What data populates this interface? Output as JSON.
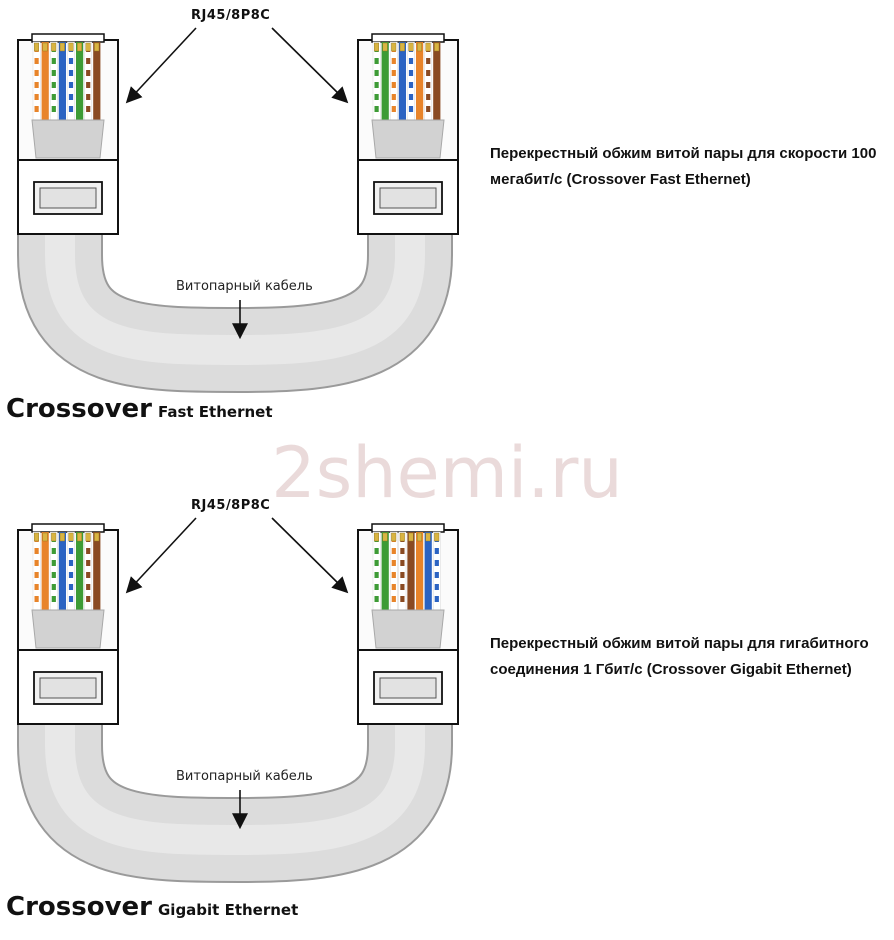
{
  "watermark": "2shemi.ru",
  "colors": {
    "orange": "#e8842a",
    "green": "#3d9b35",
    "blue": "#2b63c2",
    "brown": "#8a4a22",
    "cable": "#d9d9d9",
    "connector_outline": "#111111"
  },
  "diagrams": [
    {
      "connector_label": "RJ45/8P8C",
      "cable_label": "Витопарный кабель",
      "title_main": "Crossover",
      "title_sub": "Fast Ethernet",
      "description": "Перекрестный обжим витой пары для скорости 100 мегабит/с (Crossover Fast Ethernet)",
      "left_pinout": [
        "orange-white",
        "orange",
        "green-white",
        "blue",
        "blue-white",
        "green",
        "brown-white",
        "brown"
      ],
      "right_pinout": [
        "green-white",
        "green",
        "orange-white",
        "blue",
        "blue-white",
        "orange",
        "brown-white",
        "brown"
      ]
    },
    {
      "connector_label": "RJ45/8P8C",
      "cable_label": "Витопарный кабель",
      "title_main": "Crossover",
      "title_sub": "Gigabit Ethernet",
      "description": "Перекрестный обжим витой пары для гигабитного соединения 1 Гбит/с (Crossover Gigabit Ethernet)",
      "left_pinout": [
        "orange-white",
        "orange",
        "green-white",
        "blue",
        "blue-white",
        "green",
        "brown-white",
        "brown"
      ],
      "right_pinout": [
        "green-white",
        "green",
        "orange-white",
        "brown-white",
        "brown",
        "orange",
        "blue",
        "blue-white"
      ]
    }
  ]
}
